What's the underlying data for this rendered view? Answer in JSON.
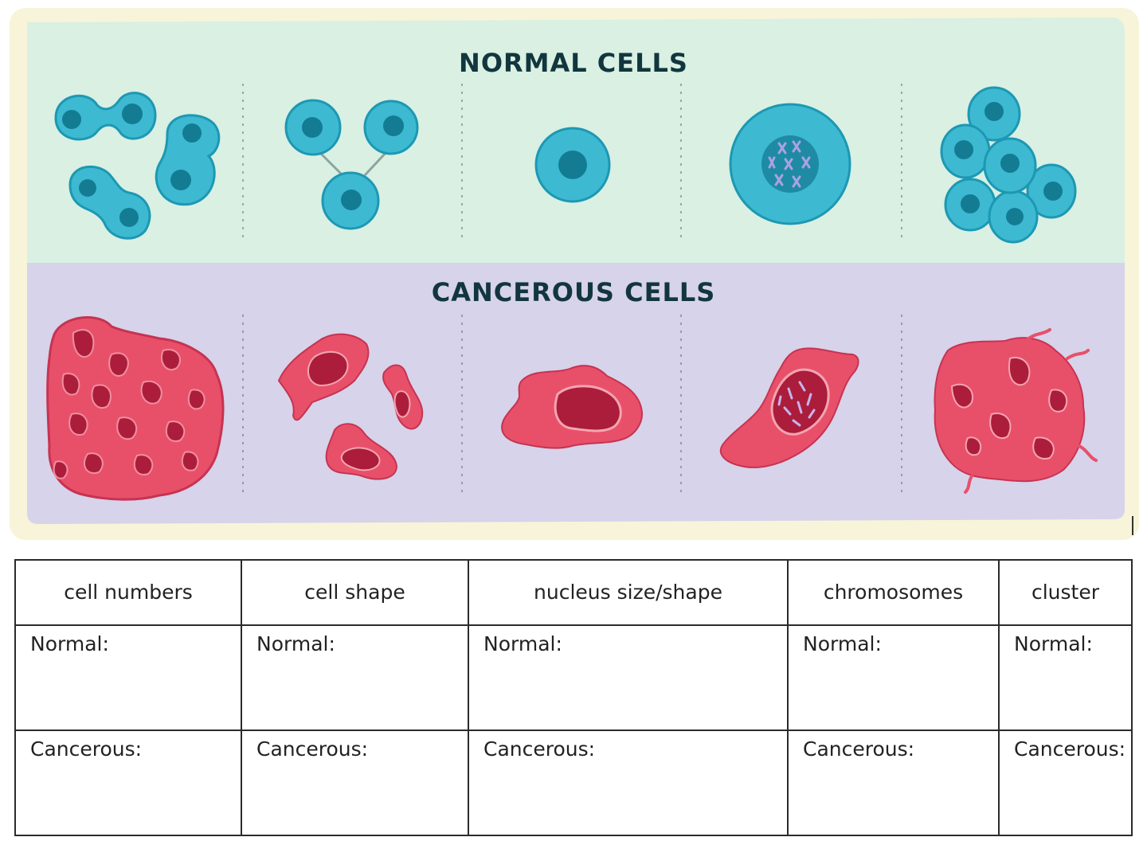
{
  "figure": {
    "normal_title": "NORMAL CELLS",
    "cancer_title": "CANCEROUS CELLS",
    "colors": {
      "frame": "#f7f4d9",
      "normal_bg": "#d9f0e3",
      "cancer_bg": "#d6d3ea",
      "normal_cell": "#3db9d2",
      "normal_cell_outline": "#1d98b3",
      "normal_nucleus": "#137c93",
      "cancer_cell": "#e8506a",
      "cancer_nucleus": "#ab1d3b",
      "title_text": "#12363e"
    }
  },
  "table": {
    "headers": [
      "cell numbers",
      "cell shape",
      "nucleus size/shape",
      "chromosomes",
      "cluster"
    ],
    "rows": [
      {
        "label": "Normal:"
      },
      {
        "label": "Cancerous:"
      }
    ]
  }
}
